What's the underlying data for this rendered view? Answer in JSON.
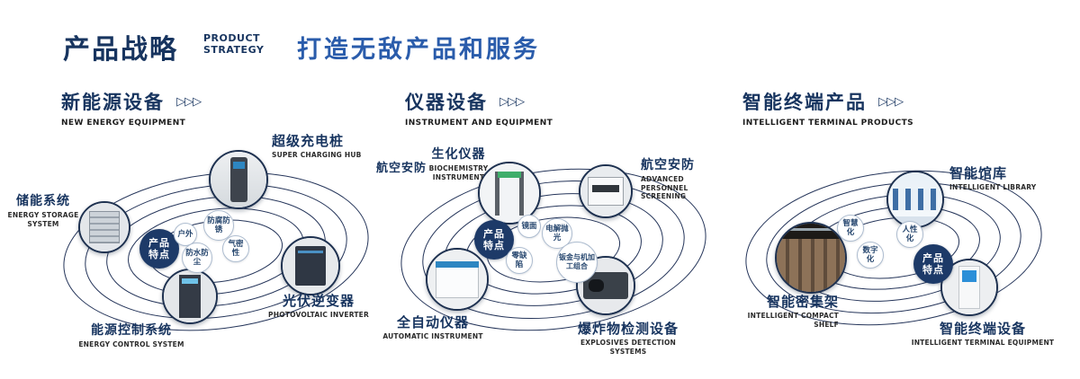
{
  "header": {
    "title_cn": "产品战略",
    "title_en_line1": "PRODUCT",
    "title_en_line2": "STRATEGY",
    "slogan": "打造无敌产品和服务"
  },
  "icons": {
    "triple_arrow": "▷▷▷"
  },
  "colors": {
    "navy": "#17345f",
    "blue": "#2a5cab"
  },
  "sections": [
    {
      "title_cn": "新能源设备",
      "title_en": "NEW ENERGY EQUIPMENT",
      "center_line1": "产品",
      "center_line2": "特点",
      "features": [
        "户外",
        "防腐防锈",
        "防水防尘",
        "气密性"
      ],
      "products": [
        {
          "cn": "超级充电桩",
          "en": "SUPER CHARGING HUB"
        },
        {
          "cn": "储能系统",
          "en": "ENERGY STORAGE SYSTEM"
        },
        {
          "cn": "光伏逆变器",
          "en": "PHOTOVOLTAIC INVERTER"
        },
        {
          "cn": "能源控制系统",
          "en": "ENERGY CONTROL SYSTEM"
        }
      ]
    },
    {
      "title_cn": "仪器设备",
      "title_en": "INSTRUMENT AND EQUIPMENT",
      "side_label": "航空安防",
      "center_line1": "产品",
      "center_line2": "特点",
      "features": [
        "镜面",
        "电解抛光",
        "零缺陷",
        "钣金与机加工组合"
      ],
      "products": [
        {
          "cn": "生化仪器",
          "en": "BIOCHEMISTRY INSTRUMENT"
        },
        {
          "cn": "航空安防",
          "en": "ADVANCED PERSONNEL SCREENING"
        },
        {
          "cn": "全自动仪器",
          "en": "AUTOMATIC INSTRUMENT"
        },
        {
          "cn": "爆炸物检测设备",
          "en": "EXPLOSIVES DETECTION SYSTEMS"
        }
      ]
    },
    {
      "title_cn": "智能终端产品",
      "title_en": "INTELLIGENT TERMINAL PRODUCTS",
      "center_line1": "产品",
      "center_line2": "特点",
      "features": [
        "智慧化",
        "人性化",
        "数字化"
      ],
      "products": [
        {
          "cn": "智能馆库",
          "en": "INTELLIGENT LIBRARY"
        },
        {
          "cn": "智能密集架",
          "en": "INTELLIGENT COMPACT SHELF"
        },
        {
          "cn": "智能终端设备",
          "en": "INTELLIGENT TERMINAL EQUIPMENT"
        }
      ]
    }
  ]
}
